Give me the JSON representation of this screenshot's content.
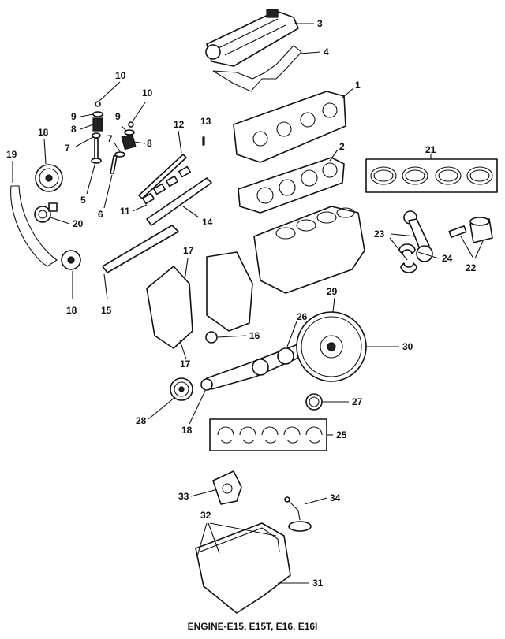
{
  "callouts": {
    "c1": "1",
    "c2": "2",
    "c3": "3",
    "c4": "4",
    "c5": "5",
    "c6": "6",
    "c7a": "7",
    "c7b": "7",
    "c8a": "8",
    "c8b": "8",
    "c9a": "9",
    "c9b": "9",
    "c10a": "10",
    "c10b": "10",
    "c11": "11",
    "c12": "12",
    "c13": "13",
    "c14": "14",
    "c15": "15",
    "c16": "16",
    "c17a": "17",
    "c17b": "17",
    "c18a": "18",
    "c18b": "18",
    "c18c": "18",
    "c19": "19",
    "c20": "20",
    "c21": "21",
    "c22": "22",
    "c23": "23",
    "c24": "24",
    "c25": "25",
    "c26": "26",
    "c27": "27",
    "c28": "28",
    "c29": "29",
    "c30": "30",
    "c31": "31",
    "c32": "32",
    "c33": "33",
    "c34": "34"
  },
  "caption": "ENGINE-E15, E15T, E16, E16I"
}
